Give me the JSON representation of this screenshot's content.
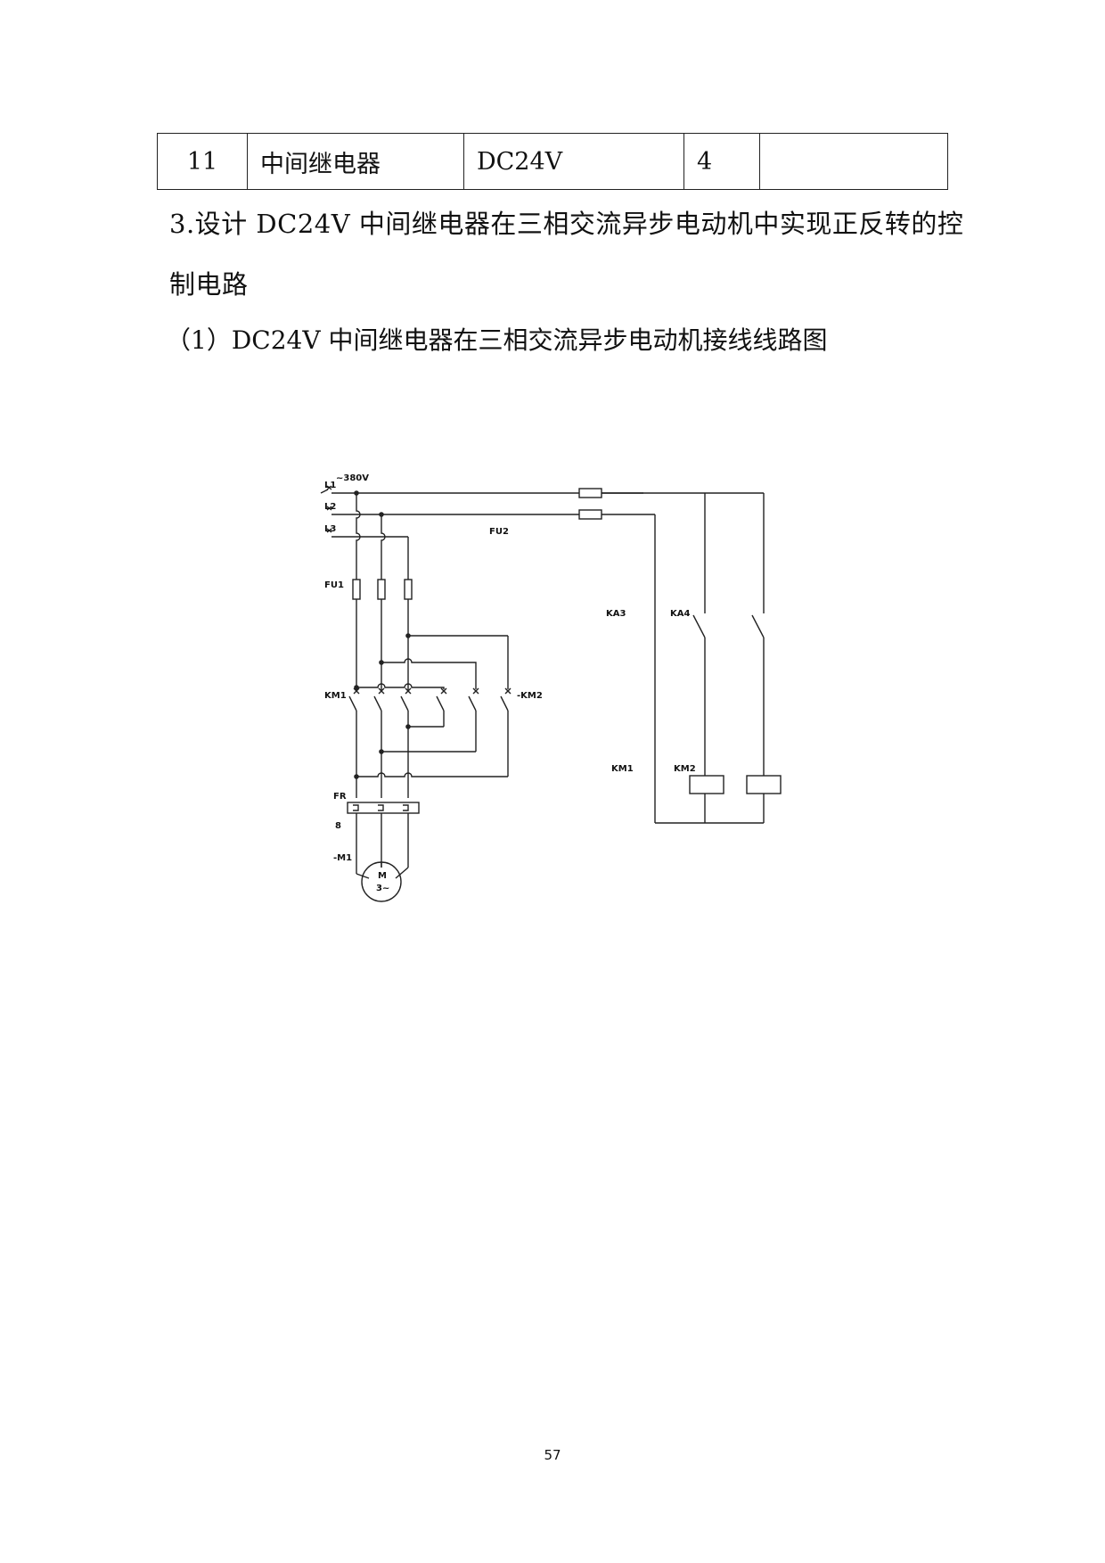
{
  "table": {
    "rows": [
      {
        "no": "11",
        "name": "中间继电器",
        "spec": "DC24V",
        "qty": "4",
        "remark": ""
      }
    ]
  },
  "section": {
    "heading_line1": "3.设计 DC24V 中间继电器在三相交流异步电动机中实现正反转的控",
    "heading_line2": "制电路",
    "subheading": "（1）DC24V 中间继电器在三相交流异步电动机接线线路图"
  },
  "diagram": {
    "labels": {
      "l1": "L1",
      "l2": "L2",
      "l3": "L3",
      "voltage": "~380V",
      "fu1": "FU1",
      "fu2": "FU2",
      "km1_contacts": "KM1",
      "km2_contacts": "-KM2",
      "fr": "FR",
      "fr_num": "8",
      "motor_ref": "-M1",
      "motor_m": "M",
      "motor_phase": "3~",
      "ka3": "KA3",
      "ka4": "KA4",
      "km1_coil": "KM1",
      "km2_coil": "KM2"
    }
  },
  "page_number": "57"
}
